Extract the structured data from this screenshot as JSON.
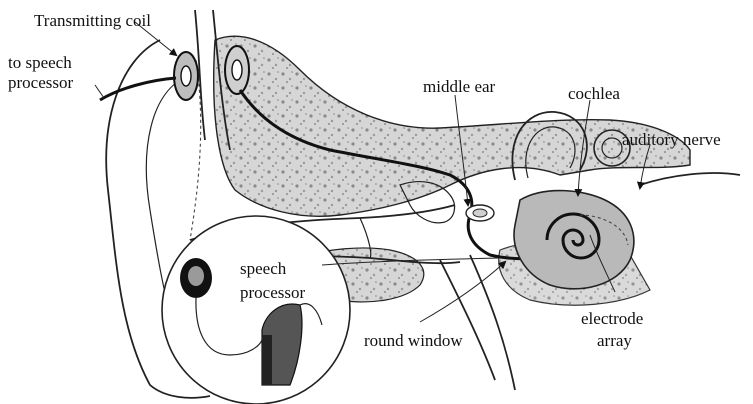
{
  "labels": {
    "transmitting_coil": "Transmitting coil",
    "to_speech_processor_line1": "to speech",
    "to_speech_processor_line2": "processor",
    "middle_ear": "middle ear",
    "cochlea": "cochlea",
    "auditory_nerve": "auditory nerve",
    "speech_processor_line1": "speech",
    "speech_processor_line2": "processor",
    "round_window": "round window",
    "electrode_array_line1": "electrode",
    "electrode_array_line2": "array"
  },
  "colors": {
    "line": "#222222",
    "bone_fill": "#cfcfcf",
    "cochlea_fill": "#b9b9b9",
    "background": "#ffffff"
  }
}
